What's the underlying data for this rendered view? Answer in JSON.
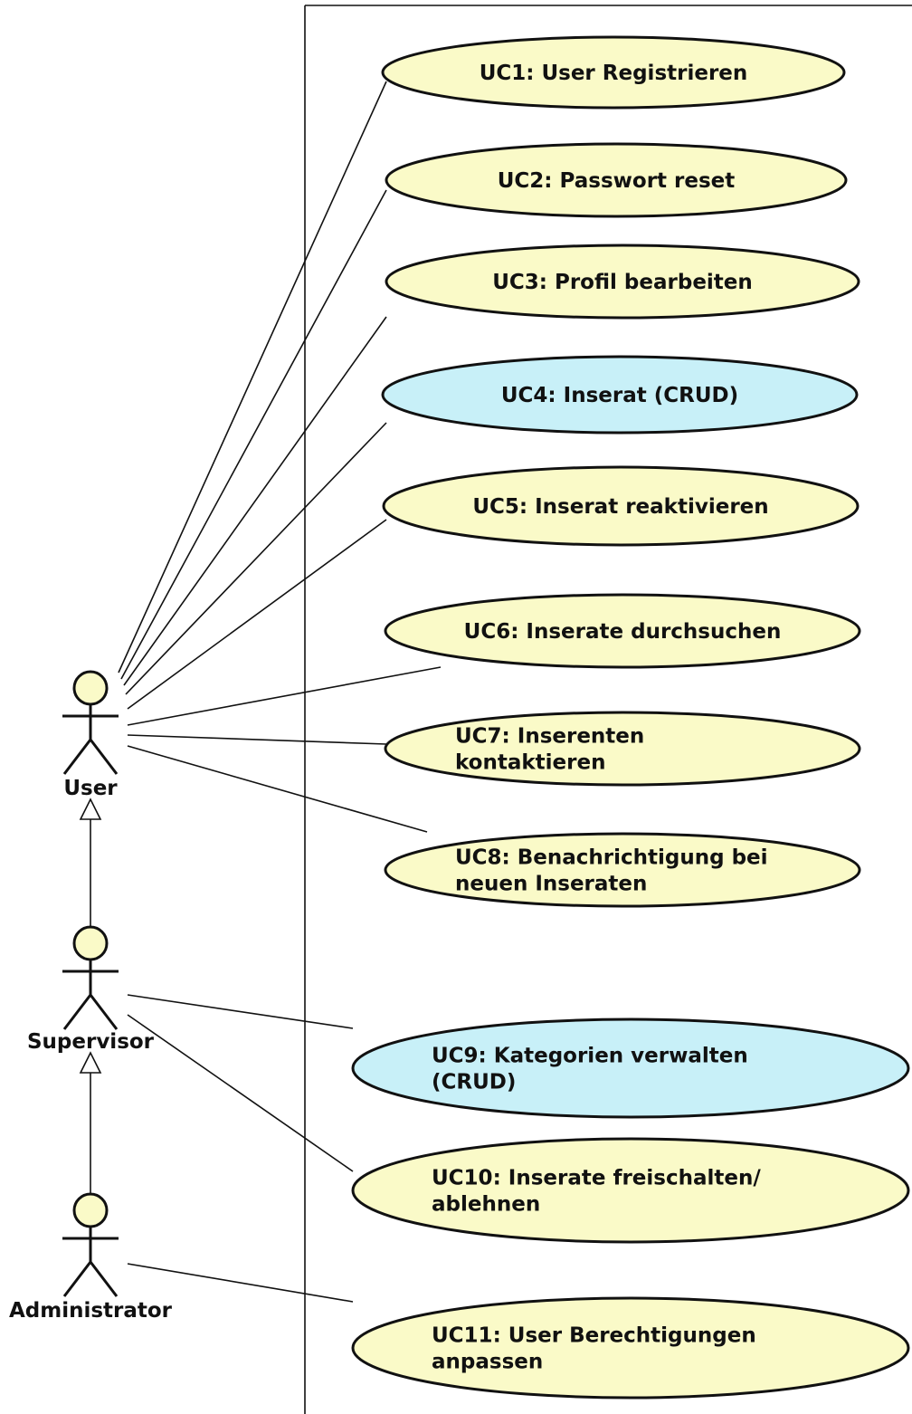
{
  "colors": {
    "use_case_default": "#fafac8",
    "use_case_crud": "#c8f0f8",
    "actor_head": "#fafac8",
    "line": "#111111"
  },
  "actors": [
    {
      "id": "user",
      "label": "User"
    },
    {
      "id": "supervisor",
      "label": "Supervisor"
    },
    {
      "id": "administrator",
      "label": "Administrator"
    }
  ],
  "use_cases": [
    {
      "id": "uc1",
      "lines": [
        "UC1: User Registrieren"
      ],
      "kind": "default"
    },
    {
      "id": "uc2",
      "lines": [
        "UC2: Passwort reset"
      ],
      "kind": "default"
    },
    {
      "id": "uc3",
      "lines": [
        "UC3: Profil bearbeiten"
      ],
      "kind": "default"
    },
    {
      "id": "uc4",
      "lines": [
        "UC4: Inserat (CRUD)"
      ],
      "kind": "crud"
    },
    {
      "id": "uc5",
      "lines": [
        "UC5: Inserat reaktivieren"
      ],
      "kind": "default"
    },
    {
      "id": "uc6",
      "lines": [
        "UC6: Inserate durchsuchen"
      ],
      "kind": "default"
    },
    {
      "id": "uc7",
      "lines": [
        "UC7: Inserenten",
        "kontaktieren"
      ],
      "kind": "default"
    },
    {
      "id": "uc8",
      "lines": [
        "UC8: Benachrichtigung bei",
        "neuen Inseraten"
      ],
      "kind": "default"
    },
    {
      "id": "uc9",
      "lines": [
        "UC9: Kategorien verwalten",
        "(CRUD)"
      ],
      "kind": "crud"
    },
    {
      "id": "uc10",
      "lines": [
        "UC10: Inserate freischalten/",
        "ablehnen"
      ],
      "kind": "default"
    },
    {
      "id": "uc11",
      "lines": [
        "UC11: User Berechtigungen",
        "anpassen"
      ],
      "kind": "default"
    }
  ],
  "associations": [
    {
      "actor": "user",
      "use_case": "uc1"
    },
    {
      "actor": "user",
      "use_case": "uc2"
    },
    {
      "actor": "user",
      "use_case": "uc3"
    },
    {
      "actor": "user",
      "use_case": "uc4"
    },
    {
      "actor": "user",
      "use_case": "uc5"
    },
    {
      "actor": "user",
      "use_case": "uc6"
    },
    {
      "actor": "user",
      "use_case": "uc7"
    },
    {
      "actor": "user",
      "use_case": "uc8"
    },
    {
      "actor": "supervisor",
      "use_case": "uc9"
    },
    {
      "actor": "supervisor",
      "use_case": "uc10"
    },
    {
      "actor": "administrator",
      "use_case": "uc11"
    }
  ],
  "generalizations": [
    {
      "child": "supervisor",
      "parent": "user"
    },
    {
      "child": "administrator",
      "parent": "supervisor"
    }
  ]
}
